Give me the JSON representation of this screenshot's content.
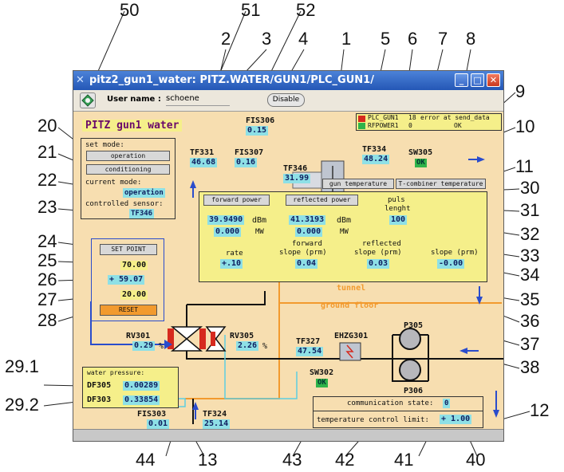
{
  "window": {
    "title": "pitz2_gun1_water: PITZ.WATER/GUN1/PLC_GUN1/",
    "user_label": "User name :",
    "user_value": "schoene",
    "disable_label": "Disable",
    "minimize": "_",
    "maximize": "□",
    "close": "✕"
  },
  "header": {
    "title": "PITZ gun1 water"
  },
  "plc_table": {
    "rows": [
      {
        "name": "PLC_GUN1",
        "code": "18",
        "msg": "error at send_data",
        "color": "#d62a1e"
      },
      {
        "name": "RFPOWER1",
        "code": "0",
        "msg": "OK",
        "color": "#2fb34a"
      }
    ]
  },
  "mode_panel": {
    "set_mode_label": "set mode:",
    "operation_button": "operation",
    "conditioning_button": "conditioning",
    "current_mode_label": "current mode:",
    "current_mode_value": "operation",
    "sensor_label": "controlled sensor:",
    "sensor_value": "TF346"
  },
  "setpoint_panel": {
    "set_point_button": "SET POINT",
    "value_1": "70.00",
    "value_2": "+ 59.07",
    "value_3": "20.00",
    "reset_button": "RESET"
  },
  "sensors": {
    "fis306": {
      "name": "FIS306",
      "value": "0.15"
    },
    "tf331": {
      "name": "TF331",
      "value": "46.68"
    },
    "fis307": {
      "name": "FIS307",
      "value": "0.16"
    },
    "tf346": {
      "name": "TF346",
      "value": "31.99"
    },
    "tf334": {
      "name": "TF334",
      "value": "48.24"
    },
    "sw305": {
      "name": "SW305",
      "value": "OK"
    },
    "rv301": {
      "name": "RV301",
      "value": "0.29",
      "unit": "%"
    },
    "rv305": {
      "name": "RV305",
      "value": "2.26",
      "unit": "%"
    },
    "tf327": {
      "name": "TF327",
      "value": "47.54"
    },
    "ehzg301": {
      "name": "EHZG301"
    },
    "sw302": {
      "name": "SW302",
      "value": "OK"
    },
    "p305": {
      "name": "P305"
    },
    "p306": {
      "name": "P306"
    },
    "fis303": {
      "name": "FIS303",
      "value": "0.01"
    },
    "tf324": {
      "name": "TF324",
      "value": "25.14"
    }
  },
  "water_pressure": {
    "label": "water pressure:",
    "df305_name": "DF305",
    "df305_value": "0.00289",
    "df303_name": "DF303",
    "df303_value": "0.33854"
  },
  "temp_buttons": {
    "gun_temperature": "gun temperature",
    "tcombiner_temperature": "T-combiner temperature"
  },
  "rf_panel": {
    "forward_power_button": "forward power",
    "reflected_power_button": "reflected power",
    "puls_label": "puls",
    "lenght_label": "lenght",
    "puls_value": "100",
    "fwd_dbm_value": "39.9490",
    "fwd_dbm_unit": "dBm",
    "fwd_mw_value": "0.000",
    "fwd_mw_unit": "MW",
    "refl_dbm_value": "41.3193",
    "refl_dbm_unit": "dBm",
    "refl_mw_value": "0.000",
    "refl_mw_unit": "MW",
    "rate_label": "rate",
    "rate_value": "+.10",
    "fwd_slope_label_1": "forward",
    "fwd_slope_label_2": "slope (prm)",
    "fwd_slope_value": "0.04",
    "refl_slope_label_1": "reflected",
    "refl_slope_label_2": "slope (prm)",
    "refl_slope_value": "0.03",
    "slope_label": "slope (prm)",
    "slope_value": "-0.00"
  },
  "zones": {
    "tunnel": "tunnel",
    "ground_floor": "ground floor"
  },
  "comm_panel": {
    "state_label": "communication state:",
    "state_value": "0",
    "limit_label": "temperature control limit:",
    "limit_value": "+ 1.00"
  },
  "callouts": {
    "c1": "1",
    "c2": "2",
    "c3": "3",
    "c4": "4",
    "c5": "5",
    "c6": "6",
    "c7": "7",
    "c8": "8",
    "c9": "9",
    "c10": "10",
    "c11": "11",
    "c12": "12",
    "c13": "13",
    "c20": "20",
    "c21": "21",
    "c22": "22",
    "c23": "23",
    "c24": "24",
    "c25": "25",
    "c26": "26",
    "c27": "27",
    "c28": "28",
    "c29_1": "29.1",
    "c29_2": "29.2",
    "c30": "30",
    "c31": "31",
    "c32": "32",
    "c33": "33",
    "c34": "34",
    "c35": "35",
    "c36": "36",
    "c37": "37",
    "c38": "38",
    "c40": "40",
    "c41": "41",
    "c42": "42",
    "c43": "43",
    "c44": "44",
    "c50": "50",
    "c51": "51",
    "c52": "52"
  },
  "colors": {
    "panel_bg": "#f7deb0",
    "yellow": "#f5ef8a",
    "cyan": "#8ee0e6",
    "orange": "#f29a2e",
    "blue": "#2a4ccc"
  }
}
